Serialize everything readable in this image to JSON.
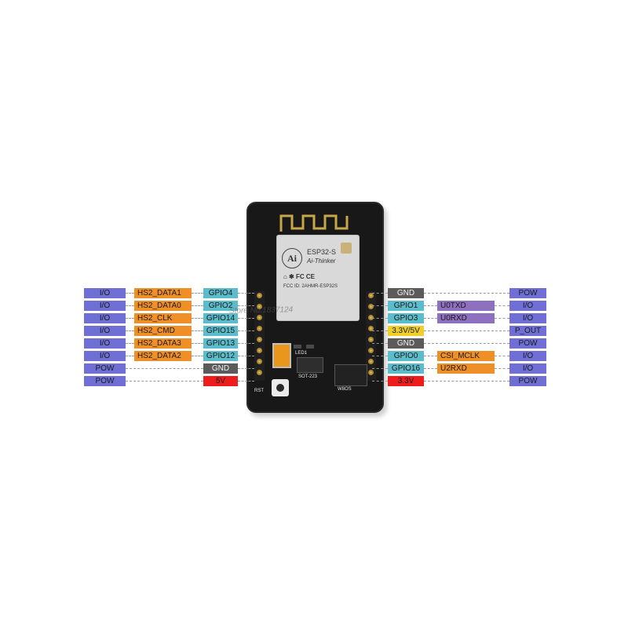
{
  "module": {
    "model": "ESP32-S",
    "maker": "Ai-Thinker",
    "logo": "Ai",
    "fcc_id": "FCC ID: 2AHMR-ESP32S"
  },
  "board": {
    "rst_label": "RST",
    "led_label": "LED1",
    "sot_label": "SOT-223",
    "w8os_label": "W8OS"
  },
  "watermark": "Store No.1837124",
  "colors": {
    "io": "#6f6fd6",
    "orange": "#ef8f28",
    "gpio": "#5bbccc",
    "gnd": "#5b5b5b",
    "power_red": "#ee1d1d",
    "yellow": "#f0cf2a",
    "purple": "#8e70c0"
  },
  "left_pins": [
    {
      "type": "I/O",
      "func": "HS2_DATA1",
      "pin": "GPIO4"
    },
    {
      "type": "I/O",
      "func": "HS2_DATA0",
      "pin": "GPIO2"
    },
    {
      "type": "I/O",
      "func": "HS2_CLK",
      "pin": "GPIO14"
    },
    {
      "type": "I/O",
      "func": "HS2_CMD",
      "pin": "GPIO15"
    },
    {
      "type": "I/O",
      "func": "HS2_DATA3",
      "pin": "GPIO13"
    },
    {
      "type": "I/O",
      "func": "HS2_DATA2",
      "pin": "GPIO12"
    },
    {
      "type": "POW",
      "func": "",
      "pin": "GND"
    },
    {
      "type": "POW",
      "func": "",
      "pin": "5V"
    }
  ],
  "right_pins": [
    {
      "pin": "GND",
      "func": "",
      "type": "POW"
    },
    {
      "pin": "GPIO1",
      "func": "U0TXD",
      "type": "I/O"
    },
    {
      "pin": "GPIO3",
      "func": "U0RXD",
      "type": "I/O"
    },
    {
      "pin": "3.3V/5V",
      "func": "",
      "type": "P_OUT"
    },
    {
      "pin": "GND",
      "func": "",
      "type": "POW"
    },
    {
      "pin": "GPIO0",
      "func": "CSI_MCLK",
      "type": "I/O"
    },
    {
      "pin": "GPIO16",
      "func": "U2RXD",
      "type": "I/O"
    },
    {
      "pin": "3.3V",
      "func": "",
      "type": "POW"
    }
  ]
}
